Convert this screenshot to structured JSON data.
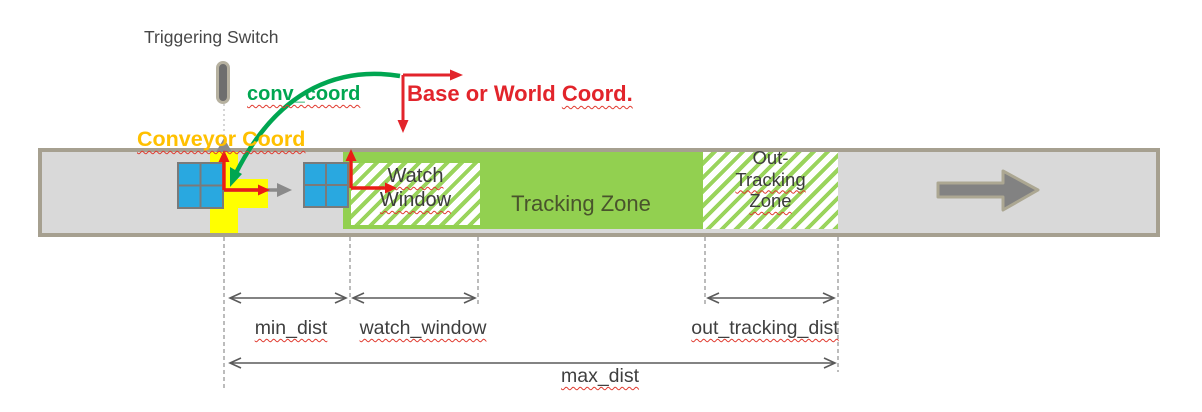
{
  "diagram": {
    "triggering_switch_label": "Triggering Switch",
    "conv_coord_label": "conv_coord",
    "base_world_prefix": "Base or World ",
    "base_world_coord": "Coord.",
    "conveyor_coord_label": "Conveyor Coord",
    "zones": {
      "watch_window": {
        "line1": "Watch",
        "line2": "Window"
      },
      "tracking": "Tracking Zone",
      "out_tracking": {
        "line1": "Out-",
        "line2": "Tracking",
        "line3": "Zone"
      }
    },
    "dimensions": {
      "min_dist": "min_dist",
      "watch_window": "watch_window",
      "out_tracking_dist": "out_tracking_dist",
      "max_dist": "max_dist"
    },
    "colors": {
      "belt_fill": "#d9d9d9",
      "belt_border": "#a6a090",
      "zone_green": "#92d050",
      "hatch_stripe_green": "#9ad45c",
      "pallet_blue": "#29a8e0",
      "marker_yellow": "#ffff00",
      "axis_red": "#ea1c16",
      "coord_green": "#00a651",
      "conveyor_label_yellow": "#ffc000",
      "world_label_red": "#e2242b",
      "text_dark": "#3f3f3f"
    }
  }
}
